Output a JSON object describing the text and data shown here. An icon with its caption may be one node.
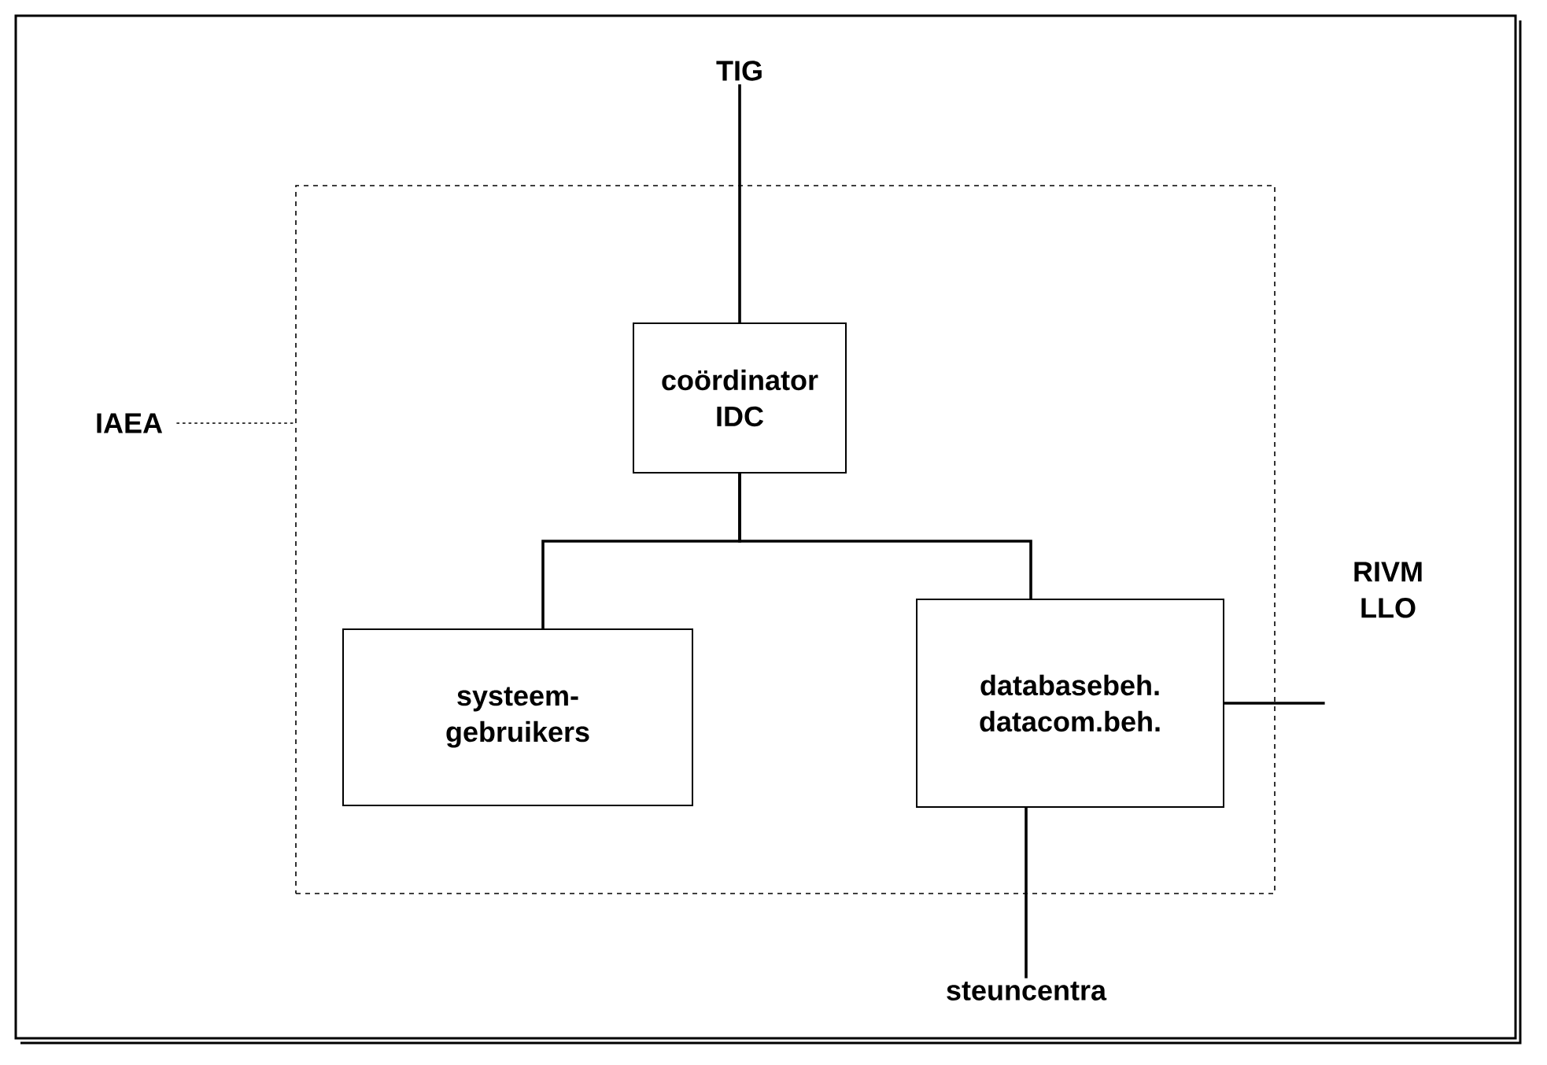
{
  "diagram": {
    "nodes": [
      {
        "text": [],
        "shape": "box"
      },
      {
        "text": [
          "coördinator IDC"
        ],
        "in": 0
      },
      {
        "text": [
          "systeem- gebruikers"
        ],
        "in": 0
      },
      {
        "text": [
          "databasebeh. datacom.beh."
        ],
        "in": 0
      },
      {
        "text": [
          "TIG"
        ]
      },
      {
        "text": [
          "RIVM LLO"
        ]
      },
      {
        "text": [
          "steuncentra"
        ]
      },
      {
        "text": [
          "IAEA"
        ]
      }
    ],
    "edges": [
      {
        "from": 4,
        "to": 1,
        "arrow": "none"
      },
      {
        "from": 1,
        "to": 2,
        "arrow": "none"
      },
      {
        "from": 1,
        "to": 3,
        "arrow": "none"
      },
      {
        "from": 3,
        "to": 5,
        "arrow": "none"
      },
      {
        "from": 3,
        "to": 6,
        "arrow": "none"
      },
      {
        "from": 7,
        "to": 0,
        "arrow": "none",
        "style": "dashed"
      }
    ]
  }
}
